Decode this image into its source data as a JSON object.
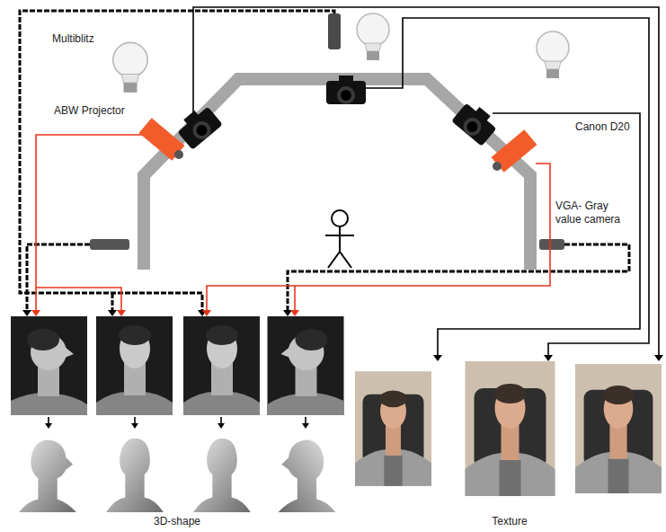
{
  "diagram": {
    "labels": [
      "Multiblitz",
      "ABW Projector",
      "Canon D20",
      "VGA- Gray value camera",
      "3D-shape",
      "Texture"
    ]
  }
}
